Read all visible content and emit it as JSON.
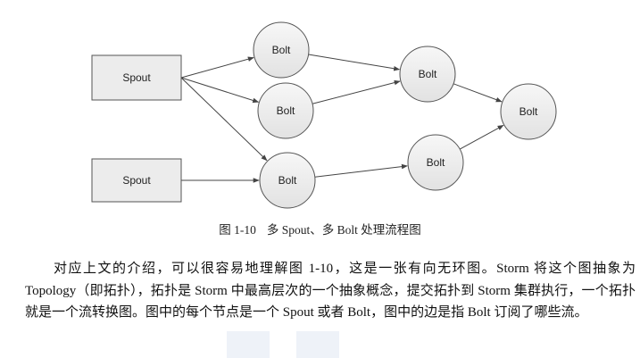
{
  "diagram": {
    "nodes": [
      {
        "id": "spout1",
        "label": "Spout",
        "shape": "rect"
      },
      {
        "id": "spout2",
        "label": "Spout",
        "shape": "rect"
      },
      {
        "id": "bolt1",
        "label": "Bolt",
        "shape": "circle"
      },
      {
        "id": "bolt2",
        "label": "Bolt",
        "shape": "circle"
      },
      {
        "id": "bolt3",
        "label": "Bolt",
        "shape": "circle"
      },
      {
        "id": "bolt4",
        "label": "Bolt",
        "shape": "circle"
      },
      {
        "id": "bolt5",
        "label": "Bolt",
        "shape": "circle"
      },
      {
        "id": "bolt6",
        "label": "Bolt",
        "shape": "circle"
      }
    ],
    "edges": [
      [
        "spout1",
        "bolt1"
      ],
      [
        "spout1",
        "bolt2"
      ],
      [
        "spout1",
        "bolt3"
      ],
      [
        "spout2",
        "bolt3"
      ],
      [
        "bolt1",
        "bolt4"
      ],
      [
        "bolt2",
        "bolt4"
      ],
      [
        "bolt3",
        "bolt5"
      ],
      [
        "bolt4",
        "bolt6"
      ],
      [
        "bolt5",
        "bolt6"
      ]
    ],
    "colors": {
      "spout_fill": "#ececec",
      "bolt_fill": "#ececec",
      "stroke": "#555555"
    }
  },
  "caption": {
    "number": "图 1-10",
    "text": "多 Spout、多 Bolt 处理流程图"
  },
  "paragraph": "对应上文的介绍，可以很容易地理解图 1-10，这是一张有向无环图。Storm 将这个图抽象为 Topology（即拓扑），拓扑是 Storm 中最高层次的一个抽象概念，提交拓扑到 Storm 集群执行，一个拓扑就是一个流转换图。图中的每个节点是一个 Spout 或者 Bolt，图中的边是指 Bolt 订阅了哪些流。"
}
